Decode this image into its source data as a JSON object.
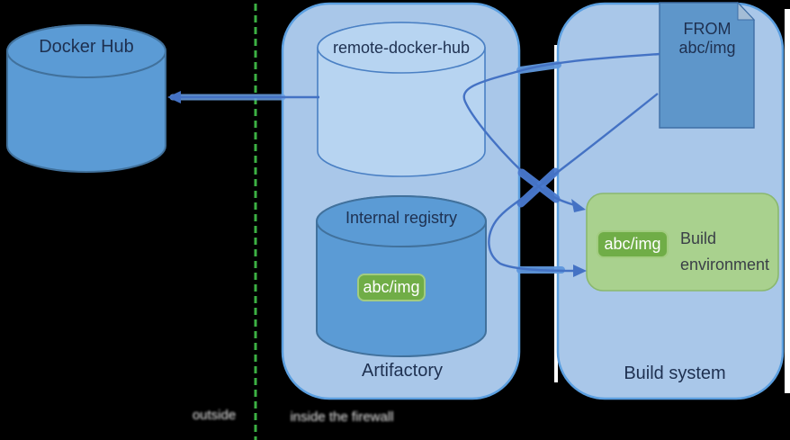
{
  "diagram": {
    "docker_hub": {
      "label": "Docker Hub"
    },
    "firewall": {
      "caption_left": "outside",
      "caption_right": "inside the firewall",
      "line_color": "#3cb043"
    },
    "artifactory": {
      "label": "Artifactory",
      "remote_repo_label": "remote-docker-hub",
      "internal_registry_label": "Internal registry",
      "internal_registry_badge": "abc/img"
    },
    "build_system": {
      "label": "Build system",
      "dockerfile_label": "FROM abc/img",
      "build_environment_label": "Build environment",
      "build_environment_badge": "abc/img"
    },
    "colors": {
      "container_fill": "#a9c7e9",
      "container_border": "#5b9fe0",
      "cylinder_dark_fill": "#5b9bd5",
      "cylinder_dark_border": "#41719c",
      "cylinder_light_fill": "#b7d4f1",
      "document_fill": "#5e96ca",
      "green_badge": "#70ad47",
      "build_env_fill": "#a9d18e",
      "connector": "#4472c4",
      "connector_halo": "#6da4e8",
      "firewall_green": "#3cb043",
      "background": "#000000"
    }
  }
}
